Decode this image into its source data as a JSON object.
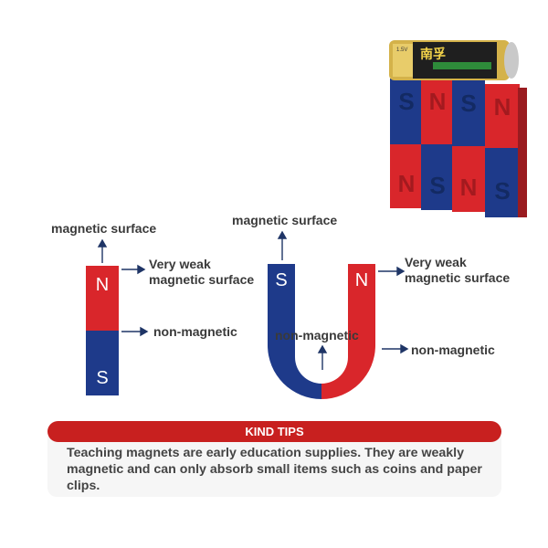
{
  "product": {
    "battery": {
      "brand_text": "南孚",
      "label_small": "1.5V"
    },
    "magnet_letters": [
      "S",
      "N",
      "S",
      "N",
      "N",
      "S",
      "N",
      "S"
    ],
    "colors": {
      "red": "#d9262b",
      "blue": "#1e3a8a",
      "label_text": "#3a3a3a",
      "tips_bar": "#c8201f"
    }
  },
  "bar_magnet": {
    "top_pole": "N",
    "bottom_pole": "S",
    "label_top": "magnetic surface",
    "label_side": "Very weak\nmagnetic surface",
    "label_middle": "non-magnetic"
  },
  "u_magnet": {
    "left_pole": "S",
    "right_pole": "N",
    "label_top": "magnetic surface",
    "label_side": "Very weak\nmagnetic surface",
    "label_inner": "non-magnetic",
    "label_right": "non-magnetic"
  },
  "tips": {
    "title": "KIND TIPS",
    "text": "Teaching magnets are early education supplies. They are weakly magnetic and can only absorb small items such as coins and paper clips."
  }
}
